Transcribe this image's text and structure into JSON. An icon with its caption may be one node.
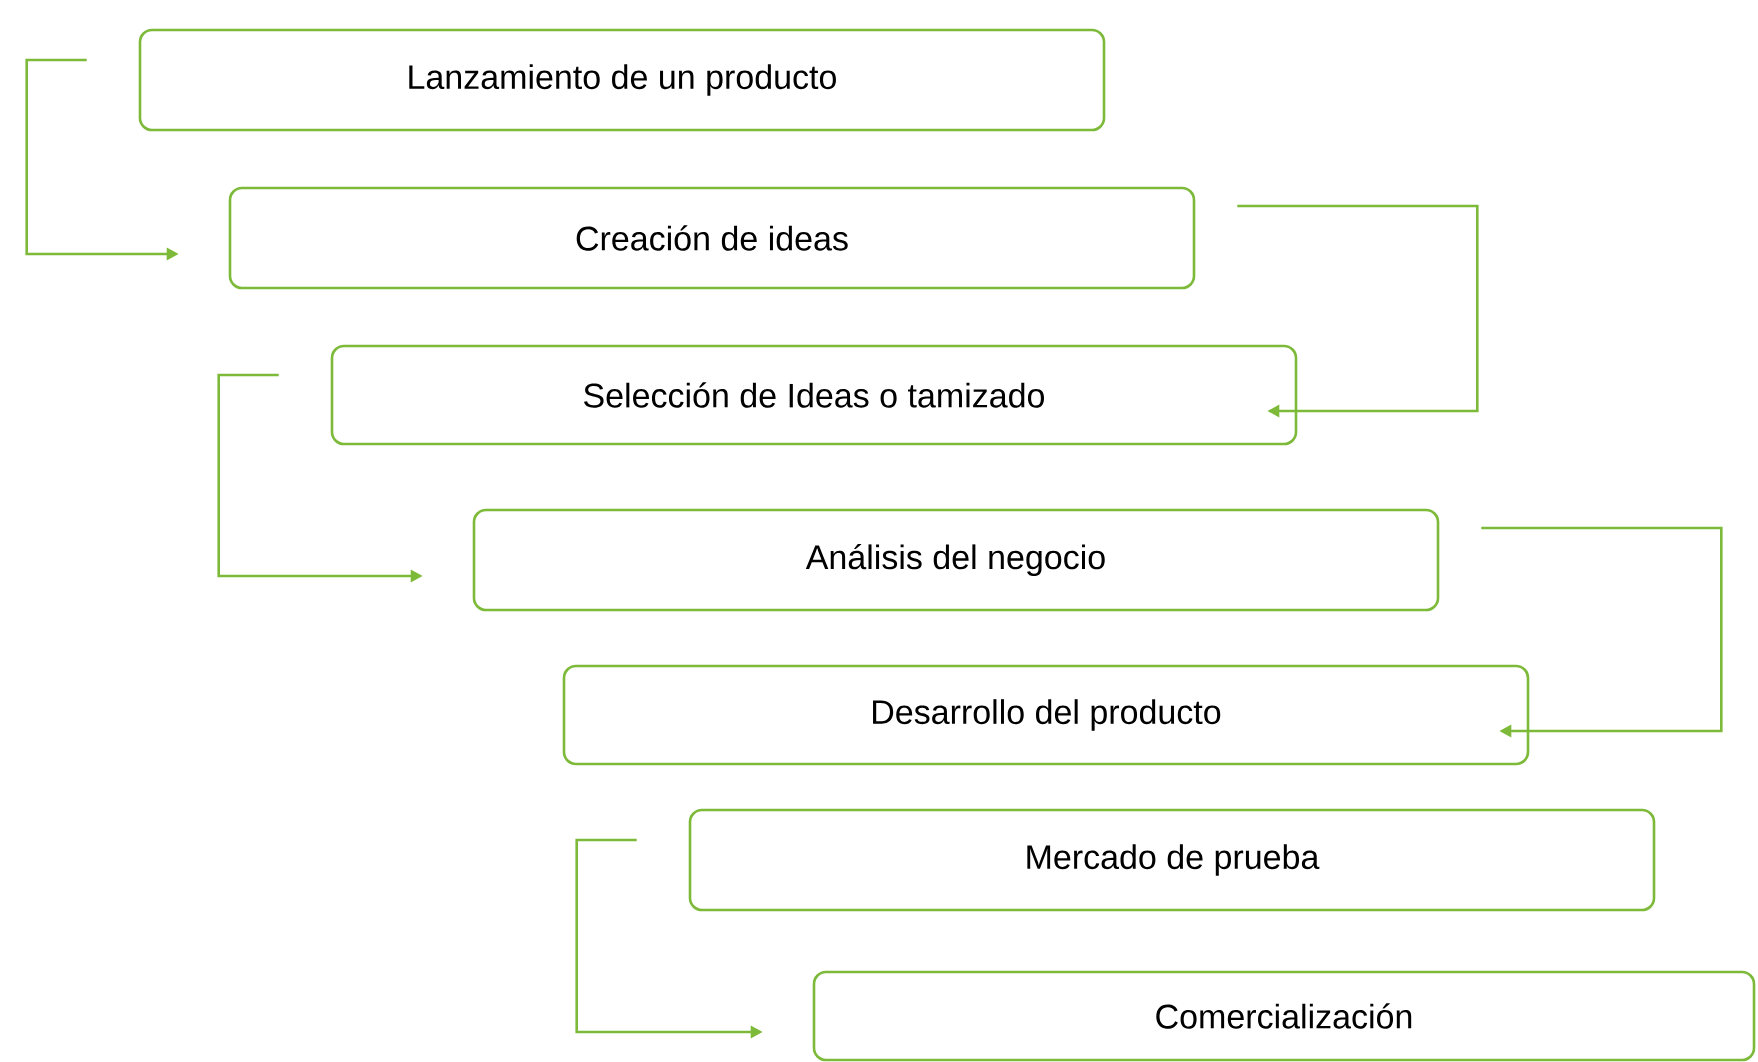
{
  "diagram": {
    "nodes": [
      {
        "text": [
          "Lanzamiento de un producto"
        ]
      },
      {
        "text": [
          "Creación de ideas"
        ]
      },
      {
        "text": [
          "Selección de Ideas o tamizado"
        ]
      },
      {
        "text": [
          "Análisis del negocio"
        ]
      },
      {
        "text": [
          "Desarrollo del producto"
        ]
      },
      {
        "text": [
          "Mercado de prueba"
        ]
      },
      {
        "text": [
          "Comercialización"
        ]
      }
    ],
    "edges": [
      {
        "from": 0,
        "to": 1,
        "arrow": "to"
      },
      {
        "from": 1,
        "to": 2,
        "arrow": "to"
      },
      {
        "from": 2,
        "to": 3,
        "arrow": "to"
      },
      {
        "from": 3,
        "to": 4,
        "arrow": "to"
      },
      {
        "from": 5,
        "to": 6,
        "arrow": "to"
      }
    ]
  }
}
